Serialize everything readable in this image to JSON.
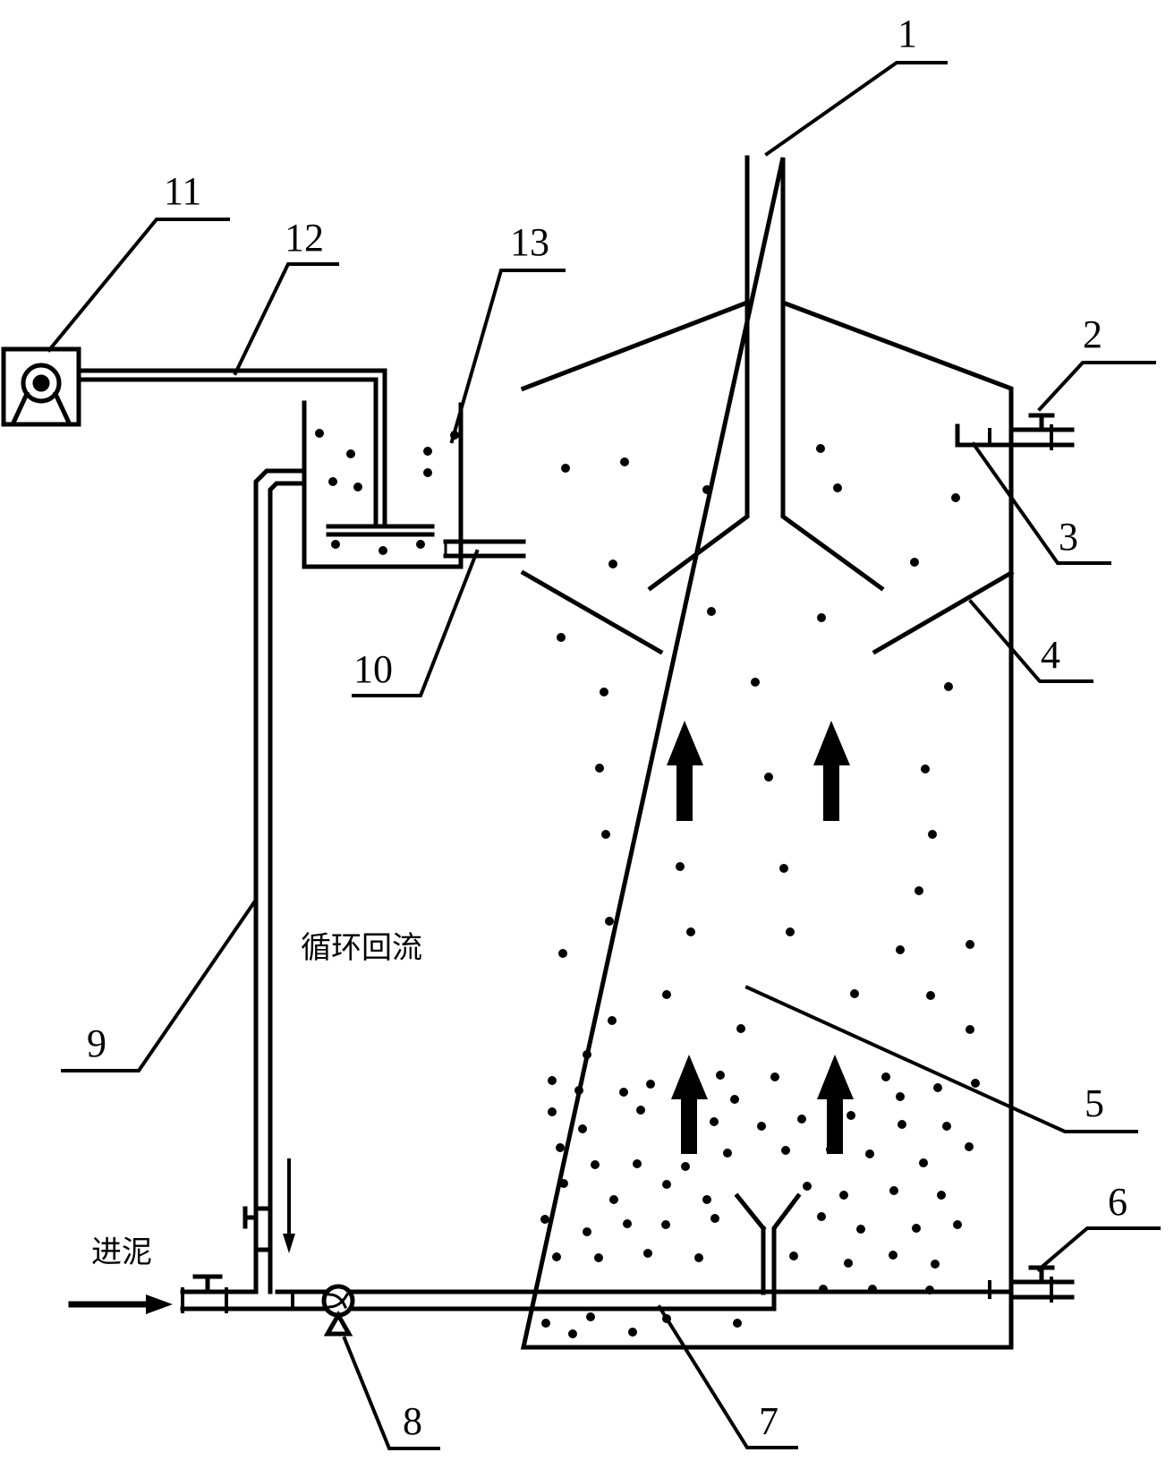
{
  "labels": {
    "n1": "1",
    "n2": "2",
    "n3": "3",
    "n4": "4",
    "n5": "5",
    "n6": "6",
    "n7": "7",
    "n8": "8",
    "n9": "9",
    "n10": "10",
    "n11": "11",
    "n12": "12",
    "n13": "13"
  },
  "text": {
    "sludge_in": "进泥",
    "recirculation": "循环回流"
  }
}
